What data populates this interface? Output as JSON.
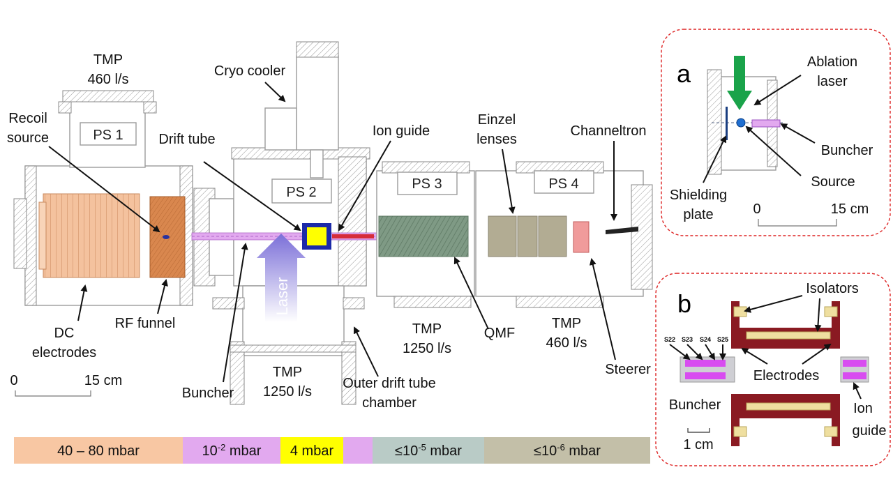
{
  "main": {
    "labels": {
      "tmp_ps1_a": "TMP",
      "tmp_ps1_b": "460 l/s",
      "cryo_cooler": "Cryo cooler",
      "recoil_a": "Recoil",
      "recoil_b": "source",
      "drift_tube": "Drift tube",
      "ion_guide": "Ion guide",
      "einzel_a": "Einzel",
      "einzel_b": "lenses",
      "channeltron": "Channeltron",
      "laser": "Laser",
      "dc_a": "DC",
      "dc_b": "electrodes",
      "rf_funnel": "RF funnel",
      "buncher": "Buncher",
      "tmp_ps2_a": "TMP",
      "tmp_ps2_b": "1250 l/s",
      "outer_a": "Outer drift tube",
      "outer_b": "chamber",
      "tmp_ps3_a": "TMP",
      "tmp_ps3_b": "1250 l/s",
      "qmf": "QMF",
      "tmp_ps4_a": "TMP",
      "tmp_ps4_b": "460 l/s",
      "steerer": "Steerer",
      "scale_zero": "0",
      "scale_len": "15 cm"
    },
    "sections": [
      "PS 1",
      "PS 2",
      "PS 3",
      "PS 4"
    ]
  },
  "legend": [
    {
      "text": "40 – 80 mbar",
      "color": "#f8c7a3"
    },
    {
      "base": "10",
      "sup": "-2",
      "unit": " mbar",
      "color": "#e2a9ef"
    },
    {
      "text": "4 mbar",
      "color": "#ffff00"
    },
    {
      "text": "",
      "color": "#e2a9ef"
    },
    {
      "base": "≤10",
      "sup": "-5",
      "unit": " mbar",
      "color": "#b9cbc6"
    },
    {
      "base": "≤10",
      "sup": "-6",
      "unit": " mbar",
      "color": "#c3bfa8"
    }
  ],
  "inset_a": {
    "letter": "a",
    "ablation_a": "Ablation",
    "ablation_b": "laser",
    "buncher": "Buncher",
    "source": "Source",
    "shield_a": "Shielding",
    "shield_b": "plate",
    "scale_zero": "0",
    "scale_len": "15 cm"
  },
  "inset_b": {
    "letter": "b",
    "isolators": "Isolators",
    "electrodes": "Electrodes",
    "buncher": "Buncher",
    "ion_a": "Ion",
    "ion_b": "guide",
    "scale": "1 cm",
    "segments": [
      "S22",
      "S23",
      "S24",
      "S25"
    ]
  },
  "colors": {
    "laser_arrow": "#7b6fd8",
    "ablation_arrow": "#1aa34a",
    "source_dot": "#1f6fd1",
    "inset_border": "#d22"
  }
}
